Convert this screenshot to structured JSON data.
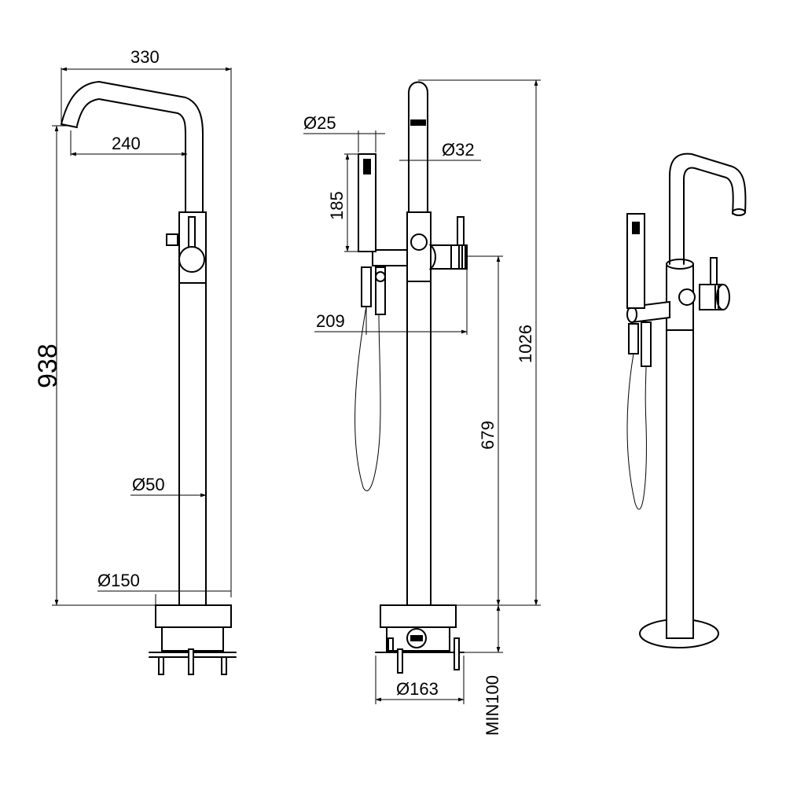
{
  "dimensions": {
    "width_330": "330",
    "reach_240": "240",
    "height_938": "938",
    "dia_50": "Ø50",
    "dia_150": "Ø150",
    "dia_25": "Ø25",
    "dia_32": "Ø32",
    "hand_185": "185",
    "arm_209": "209",
    "height_1026": "1026",
    "height_679": "679",
    "dia_163": "Ø163",
    "min_100": "MIN100"
  },
  "colors": {
    "line": "#000000",
    "background": "#ffffff"
  }
}
